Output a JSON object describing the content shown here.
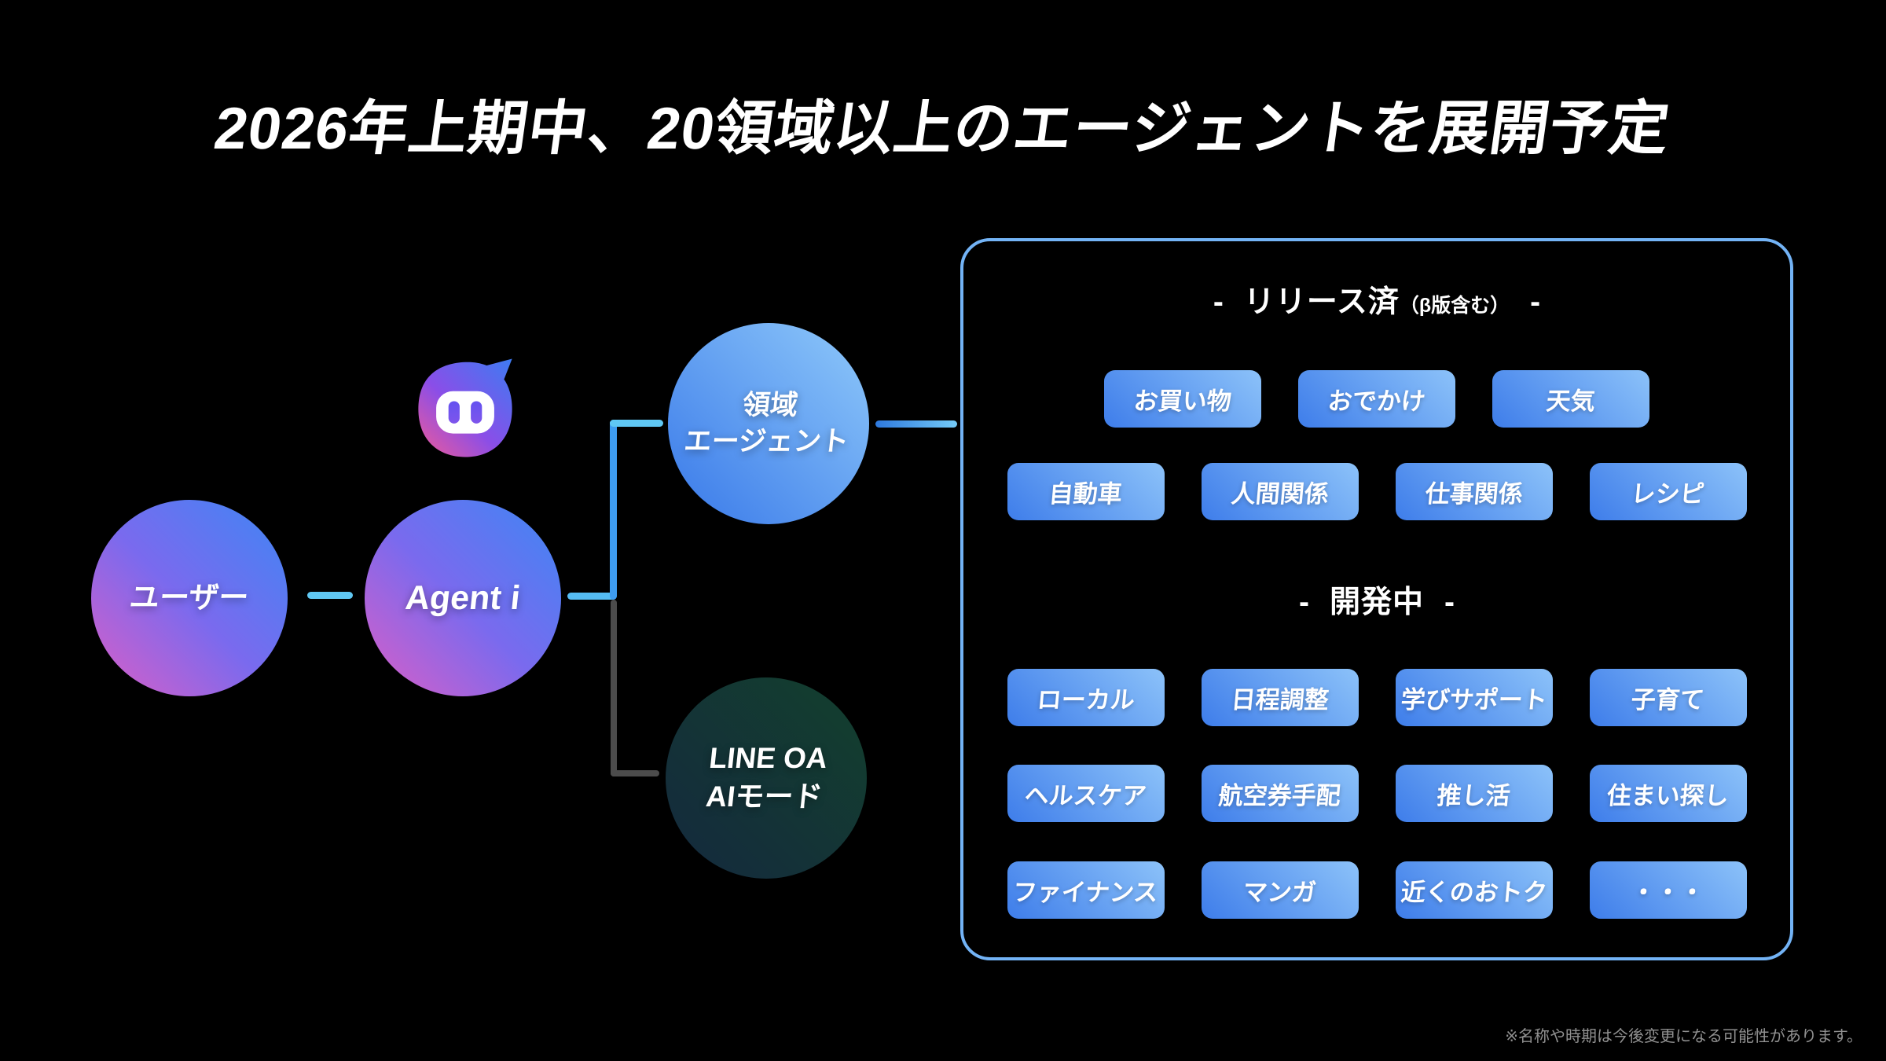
{
  "title": "2026年上期中、20領域以上のエージェントを展開予定",
  "nodes": {
    "user": "ユーザー",
    "agent": "Agent i",
    "domain_line1": "領域",
    "domain_line2": "エージェント",
    "line_oa_line1": "LINE OA",
    "line_oa_line2": "AIモード"
  },
  "panel": {
    "released": {
      "dash_left": "-",
      "heading": "リリース済",
      "heading_note": "（β版含む）",
      "dash_right": "-",
      "rows": [
        [
          "お買い物",
          "おでかけ",
          "天気"
        ],
        [
          "自動車",
          "人間関係",
          "仕事関係",
          "レシピ"
        ]
      ]
    },
    "in_development": {
      "dash_left": "-",
      "heading": "開発中",
      "dash_right": "-",
      "rows": [
        [
          "ローカル",
          "日程調整",
          "学びサポート",
          "子育て"
        ],
        [
          "ヘルスケア",
          "航空券手配",
          "推し活",
          "住まい探し"
        ],
        [
          "ファイナンス",
          "マンガ",
          "近くのおトク",
          "・・・"
        ]
      ]
    }
  },
  "footnote": "※名称や時期は今後変更になる可能性があります。",
  "icons": {
    "mascot": "agent-i-robot-face"
  },
  "colors": {
    "background": "#000000",
    "panel_border": "#73B3F5",
    "chip_gradient_light": "#8CC2F9",
    "chip_gradient_dark": "#3E7DEA",
    "node_blue": "#3E86F4",
    "node_purple": "#7A6AEE",
    "node_pink": "#DC5EC6",
    "lineoa_green": "#13402D",
    "lineoa_navy": "#14293E",
    "connector_blue": "#55BCF3",
    "connector_gray": "#4C4C4C",
    "footnote_gray": "#909090"
  }
}
